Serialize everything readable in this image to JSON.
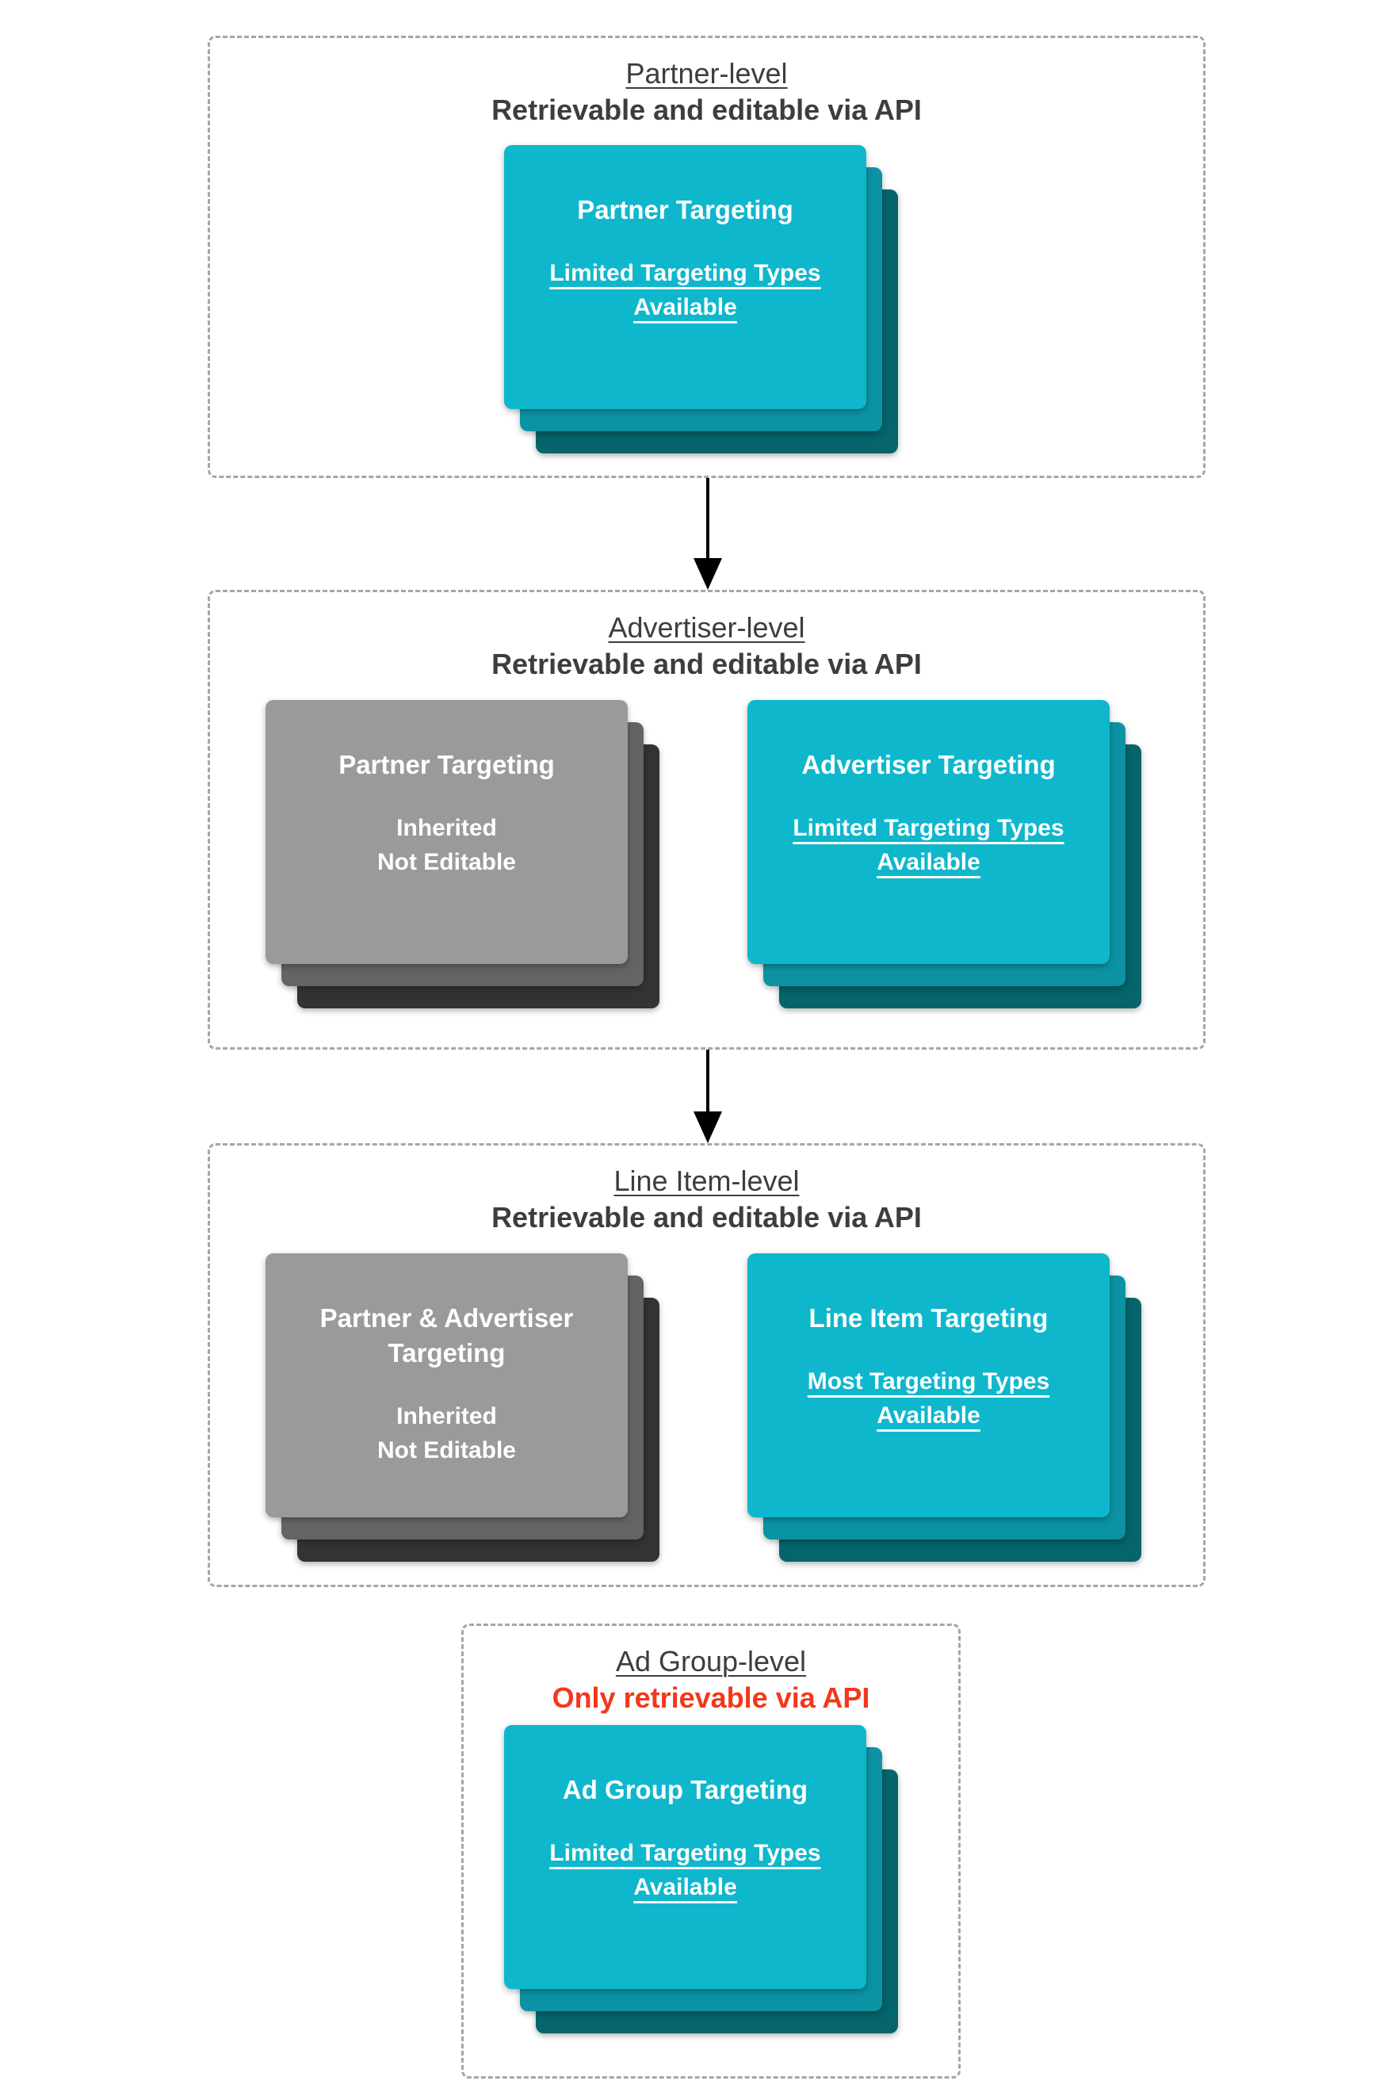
{
  "colors": {
    "teal_front": "#0EB7CC",
    "teal_mid": "#0B93A3",
    "teal_back": "#05646C",
    "gray_front": "#9A9A9A",
    "gray_mid": "#646464",
    "gray_back": "#333333",
    "header_text": "#3D3D3D",
    "red": "#F4371C",
    "arrow": "#000000",
    "dash": "#A6A6A6",
    "card_text": "#FFFFFF"
  },
  "sections": [
    {
      "title": "Partner-level",
      "subtitle": "Retrievable and editable via API",
      "cards": [
        {
          "title": "Partner Targeting",
          "sub": "Limited Targeting Types Available"
        }
      ]
    },
    {
      "title": "Advertiser-level",
      "subtitle": "Retrievable and editable via API",
      "cards": [
        {
          "title": "Partner Targeting",
          "sub": "Inherited",
          "sub2": "Not Editable"
        },
        {
          "title": "Advertiser Targeting",
          "sub": "Limited Targeting Types Available"
        }
      ]
    },
    {
      "title": "Line Item-level",
      "subtitle": "Retrievable and editable via API",
      "cards": [
        {
          "title": "Partner & Advertiser Targeting",
          "sub": "Inherited",
          "sub2": "Not Editable"
        },
        {
          "title": "Line Item Targeting",
          "sub": "Most Targeting Types Available"
        }
      ]
    },
    {
      "title": "Ad Group-level",
      "subtitle": "Only retrievable via API",
      "cards": [
        {
          "title": "Ad Group Targeting",
          "sub": "Limited Targeting Types Available"
        }
      ]
    }
  ]
}
